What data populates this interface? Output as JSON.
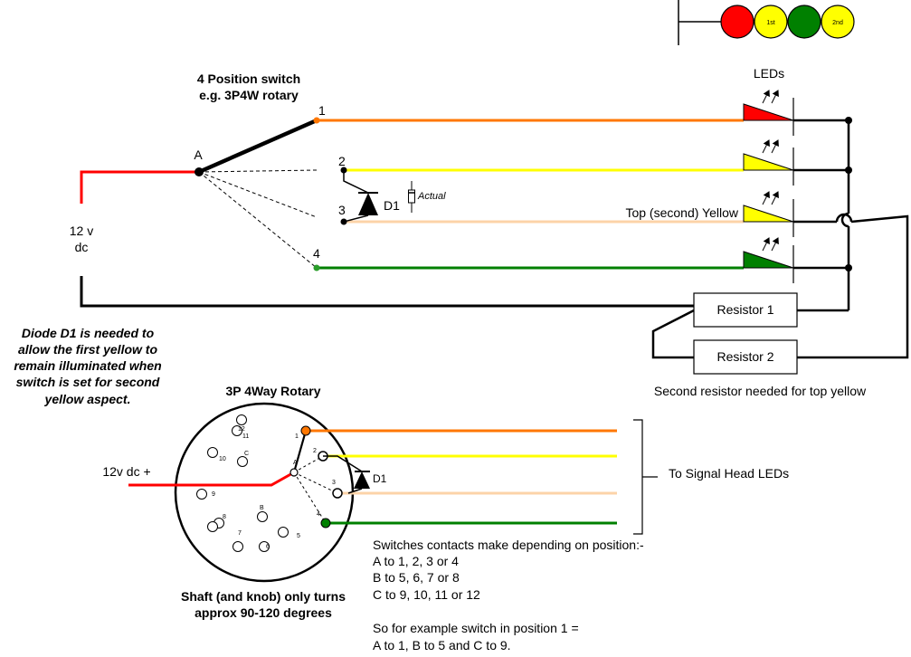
{
  "signal_head": {
    "lamp_labels": [
      "",
      "1st",
      "",
      "2nd"
    ],
    "lamp_colors": [
      "#ff0000",
      "#ffff00",
      "#008000",
      "#ffff00"
    ]
  },
  "switch": {
    "title_line1": "4 Position switch",
    "title_line2": "e.g. 3P4W rotary",
    "common_label": "A",
    "positions": [
      "1",
      "2",
      "3",
      "4"
    ]
  },
  "supply": {
    "line1": "12 v",
    "line2": "dc"
  },
  "leds_label": "LEDs",
  "top_yellow_label": "Top (second) Yellow",
  "diode": {
    "label": "D1",
    "actual_label": "Actual"
  },
  "resistors": [
    "Resistor 1",
    "Resistor 2"
  ],
  "resistor_note": "Second resistor needed for top yellow",
  "diode_note": [
    "Diode D1 is needed to",
    "allow the first yellow to",
    "remain illuminated when",
    "switch is set for second",
    "yellow aspect."
  ],
  "rotary": {
    "title": "3P 4Way Rotary",
    "input_label": "12v dc +",
    "pins": [
      "1",
      "2",
      "3",
      "4",
      "5",
      "6",
      "7",
      "8",
      "9",
      "10",
      "11",
      "12"
    ],
    "group_labels": [
      "A",
      "B",
      "C"
    ],
    "diode_label": "D1",
    "caption_line1": "Shaft (and knob) only turns",
    "caption_line2": "approx 90-120 degrees"
  },
  "signal_head_note": "To Signal Head LEDs",
  "contacts_note": [
    "Switches contacts make depending on position:-",
    "A to 1, 2, 3 or 4",
    "B to 5, 6, 7 or 8",
    "C to 9, 10, 11 or 12",
    "",
    "So for example switch in position 1 =",
    "A to 1, B to 5 and C to 9."
  ],
  "colors": {
    "red_wire": "#ff0000",
    "orange_wire": "#ff7700",
    "yellow_wire": "#ffff00",
    "peach_wire": "#fcd3a8",
    "green_wire": "#008000",
    "led_red": "#ff0000",
    "led_yellow": "#ffff00",
    "led_green": "#008000"
  }
}
